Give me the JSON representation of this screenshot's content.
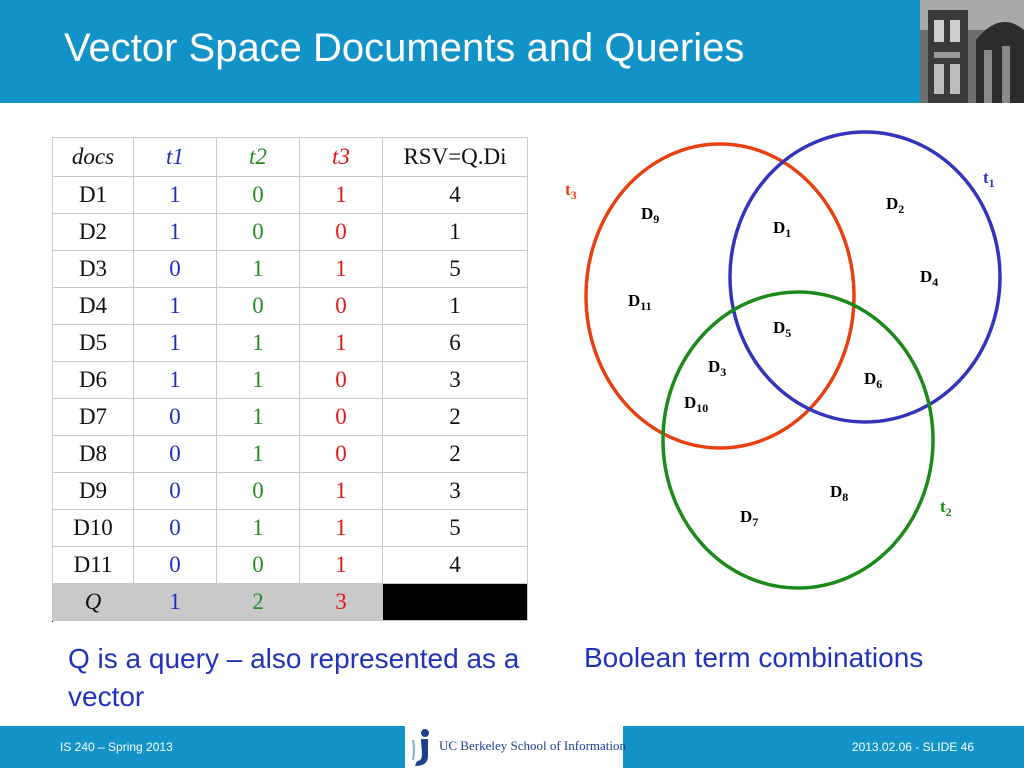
{
  "slide": {
    "title": "Vector Space Documents and Queries",
    "caption_left": "Q is a query – also represented as a vector",
    "caption_right": "Boolean term combinations"
  },
  "table": {
    "headers": [
      "docs",
      "t1",
      "t2",
      "t3",
      "RSV=Q.Di"
    ],
    "rows": [
      [
        "D1",
        "1",
        "0",
        "1",
        "4"
      ],
      [
        "D2",
        "1",
        "0",
        "0",
        "1"
      ],
      [
        "D3",
        "0",
        "1",
        "1",
        "5"
      ],
      [
        "D4",
        "1",
        "0",
        "0",
        "1"
      ],
      [
        "D5",
        "1",
        "1",
        "1",
        "6"
      ],
      [
        "D6",
        "1",
        "1",
        "0",
        "3"
      ],
      [
        "D7",
        "0",
        "1",
        "0",
        "2"
      ],
      [
        "D8",
        "0",
        "1",
        "0",
        "2"
      ],
      [
        "D9",
        "0",
        "0",
        "1",
        "3"
      ],
      [
        "D10",
        "0",
        "1",
        "1",
        "5"
      ],
      [
        "D11",
        "0",
        "0",
        "1",
        "4"
      ]
    ],
    "query_row": [
      "Q",
      "1",
      "2",
      "3",
      ""
    ]
  },
  "venn": {
    "sets": [
      {
        "label": "t",
        "sub": "1",
        "color": "#3333bb"
      },
      {
        "label": "t",
        "sub": "2",
        "color": "#1a8a1a"
      },
      {
        "label": "t",
        "sub": "3",
        "color": "#e84010"
      }
    ],
    "docs": [
      {
        "label": "D",
        "sub": "1"
      },
      {
        "label": "D",
        "sub": "2"
      },
      {
        "label": "D",
        "sub": "3"
      },
      {
        "label": "D",
        "sub": "4"
      },
      {
        "label": "D",
        "sub": "5"
      },
      {
        "label": "D",
        "sub": "6"
      },
      {
        "label": "D",
        "sub": "7"
      },
      {
        "label": "D",
        "sub": "8"
      },
      {
        "label": "D",
        "sub": "9"
      },
      {
        "label": "D",
        "sub": "10"
      },
      {
        "label": "D",
        "sub": "11"
      }
    ]
  },
  "footer": {
    "left": "IS 240 – Spring 2013",
    "logo_text": "UC Berkeley School of Information",
    "right": "2013.02.06 - SLIDE 46"
  },
  "colors": {
    "header": "#1193c8",
    "t1": "#1f2fb8",
    "t2": "#2a8a2a",
    "t3": "#e01818"
  },
  "icons": [
    "campanile-photo-icon",
    "ischool-logo-icon"
  ]
}
